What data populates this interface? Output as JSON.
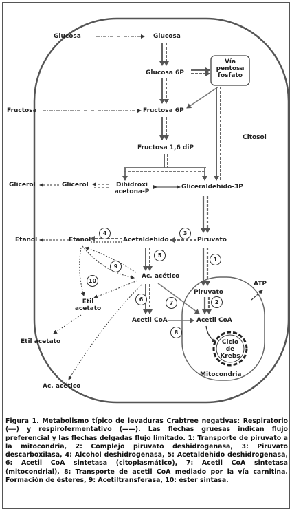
{
  "nodes": {
    "glucosa_ext": "Glucosa",
    "glucosa": "Glucosa",
    "glucosa6p": "Glucosa 6P",
    "via_pentosa_line1": "Vía",
    "via_pentosa_line2": "pentosa",
    "via_pentosa_line3": "fosfato",
    "fructosa_ext": "Fructosa",
    "fructosa6p": "Fructosa 6P",
    "citosol": "Citosol",
    "fructosa16": "Fructosa 1,6 diP",
    "glicerol_ext": "Glicerol",
    "glicerol": "Glicerol",
    "dhap_line1": "Dihidroxi",
    "dhap_line2": "acetona-P",
    "g3p": "Gliceraldehido-3P",
    "etanol_ext": "Etanol",
    "etanol": "Etanol",
    "acetaldehido": "Acetaldehido",
    "piruvato": "Piruvato",
    "ac_acetico": "Ac. acético",
    "atp": "ATP",
    "piruvato_mito": "Piruvato",
    "etil_acetato_line1": "Etil",
    "etil_acetato_line2": "acetato",
    "acetil_coa": "Acetil CoA",
    "acetil_coa_mito": "Acetil CoA",
    "ciclo_line1": "Ciclo",
    "ciclo_line2": "de",
    "ciclo_line3": "Krebs",
    "etil_acetato_ext": "Etil acetato",
    "mitocondria": "Mitocondria",
    "ac_acetico_ext": "Ac. acético"
  },
  "steps": {
    "s1": "1",
    "s2": "2",
    "s3": "3",
    "s4": "4",
    "s5": "5",
    "s6": "6",
    "s7": "7",
    "s8": "8",
    "s9": "9",
    "s10": "10"
  },
  "caption": "Figura 1. Metabolismo típico de levaduras Crabtree negativas: Respiratorio (══) y respirofermentativo (——). Las flechas gruesas indican flujo preferencial y las flechas delgadas flujo limitado. 1: Transporte de piruvato a la mitocondria, 2: Complejo piruvato deshidrogenasa, 3: Piruvato descarboxilasa, 4: Alcohol deshidrogenasa, 5: Acetaldehido deshidrogenasa, 6: Acetil CoA sintetasa (citoplasmático), 7: Acetil CoA sintetasa (mitocondrial), 8: Transporte de acetil CoA mediado por la vía carnitina. Formación de ésteres, 9: Acetiltransferasa, 10: éster sintasa."
}
